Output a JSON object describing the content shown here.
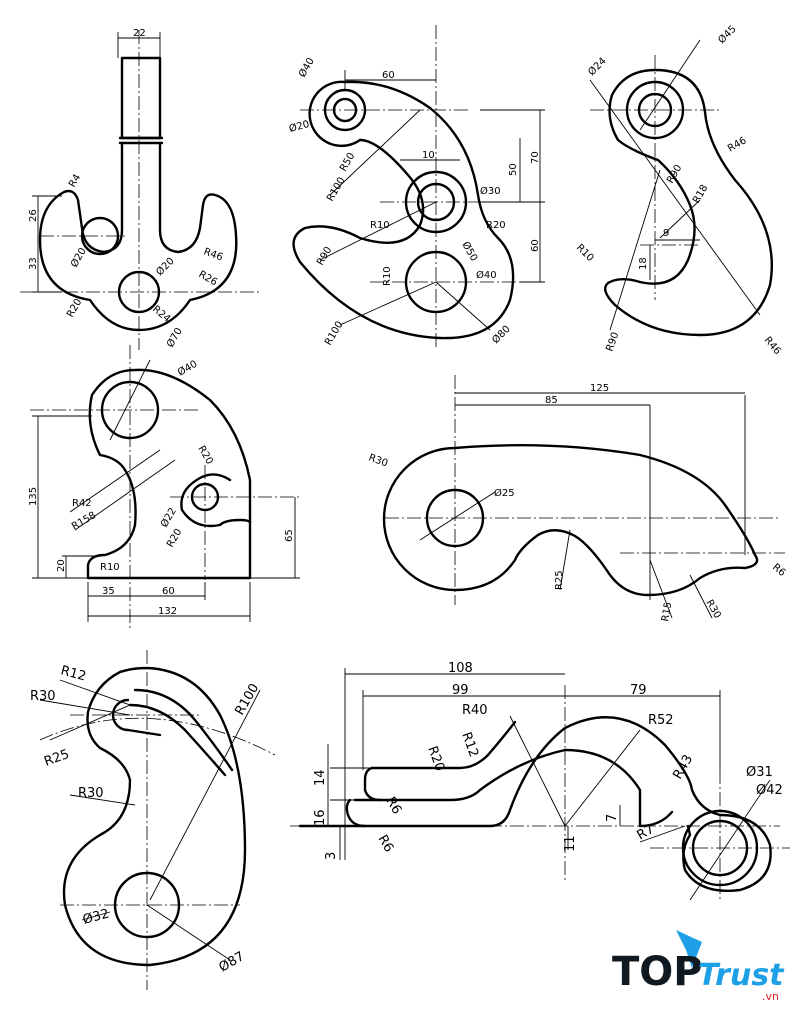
{
  "drawings": [
    {
      "id": "d1",
      "dims": [
        "22",
        "R4",
        "26",
        "33",
        "Ø20",
        "R46",
        "R26",
        "Ø20",
        "R24",
        "R20"
      ]
    },
    {
      "id": "d2",
      "dims": [
        "60",
        "Ø40",
        "Ø20",
        "R50",
        "R100",
        "10",
        "Ø30",
        "50",
        "70",
        "R10",
        "R20",
        "R90",
        "Ø50",
        "R10",
        "Ø40",
        "60",
        "R100",
        "Ø80"
      ]
    },
    {
      "id": "d3",
      "dims": [
        "Ø24",
        "Ø45",
        "R46",
        "R90",
        "R18",
        "9",
        "R10",
        "18",
        "R90",
        "R46"
      ]
    },
    {
      "id": "d4",
      "dims": [
        "Ø70",
        "Ø40",
        "R20",
        "135",
        "R42",
        "R158",
        "Ø22",
        "R20",
        "65",
        "20",
        "R10",
        "35",
        "60",
        "132"
      ]
    },
    {
      "id": "d5",
      "dims": [
        "125",
        "85",
        "R30",
        "Ø25",
        "R25",
        "R15",
        "R30",
        "R6"
      ]
    },
    {
      "id": "d6",
      "dims": [
        "R12",
        "R30",
        "R25",
        "R100",
        "R30",
        "Ø32",
        "Ø87"
      ]
    },
    {
      "id": "d7",
      "dims": [
        "108",
        "99",
        "79",
        "R40",
        "R52",
        "R20",
        "R12",
        "R43",
        "14",
        "R6",
        "Ø31",
        "Ø42",
        "16",
        "7",
        "R7",
        "3",
        "R6",
        "11"
      ]
    }
  ],
  "logo": {
    "top": "TOP",
    "trust": "Trust",
    "vn": ".vn"
  }
}
